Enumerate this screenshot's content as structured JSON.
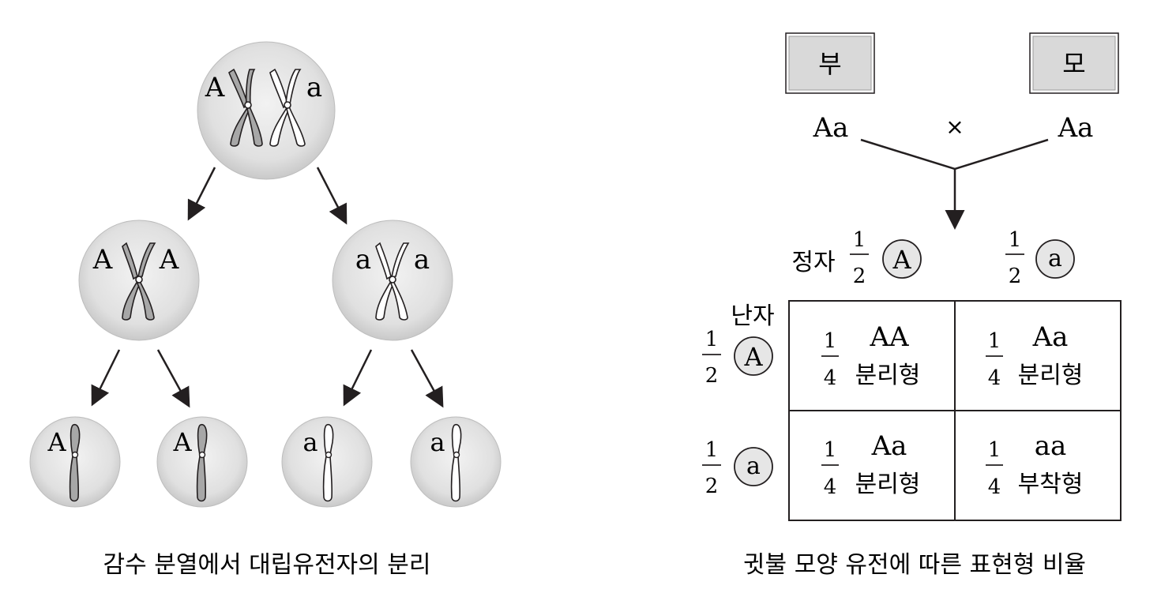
{
  "meiosis": {
    "caption": "감수 분열에서 대립유전자의 분리",
    "top_cell": {
      "left_allele": "A",
      "right_allele": "a"
    },
    "mid_cells": [
      {
        "left_allele": "A",
        "right_allele": "A"
      },
      {
        "left_allele": "a",
        "right_allele": "a"
      }
    ],
    "gametes": [
      {
        "allele": "A"
      },
      {
        "allele": "A"
      },
      {
        "allele": "a"
      },
      {
        "allele": "a"
      }
    ],
    "colors": {
      "cell_fill": "#dcdcdc",
      "chromatid_dark": "#a7a7a7",
      "chromatid_light": "#ffffff"
    }
  },
  "cross": {
    "caption": "귓불 모양 유전에 따른 표현형 비율",
    "father_label": "부",
    "mother_label": "모",
    "father_genotype": "Aa",
    "mother_genotype": "Aa",
    "cross_symbol": "×",
    "sperm_label": "정자",
    "egg_label": "난자",
    "half": {
      "num": "1",
      "den": "2"
    },
    "sperm": [
      {
        "allele": "A"
      },
      {
        "allele": "a"
      }
    ],
    "eggs": [
      {
        "allele": "A"
      },
      {
        "allele": "a"
      }
    ],
    "cells": [
      {
        "num": "1",
        "den": "4",
        "genotype": "AA",
        "phenotype": "분리형"
      },
      {
        "num": "1",
        "den": "4",
        "genotype": "Aa",
        "phenotype": "분리형"
      },
      {
        "num": "1",
        "den": "4",
        "genotype": "Aa",
        "phenotype": "분리형"
      },
      {
        "num": "1",
        "den": "4",
        "genotype": "aa",
        "phenotype": "부착형"
      }
    ],
    "colors": {
      "box_fill": "#d9d9d9",
      "circle_fill": "#e6e6e6"
    }
  }
}
